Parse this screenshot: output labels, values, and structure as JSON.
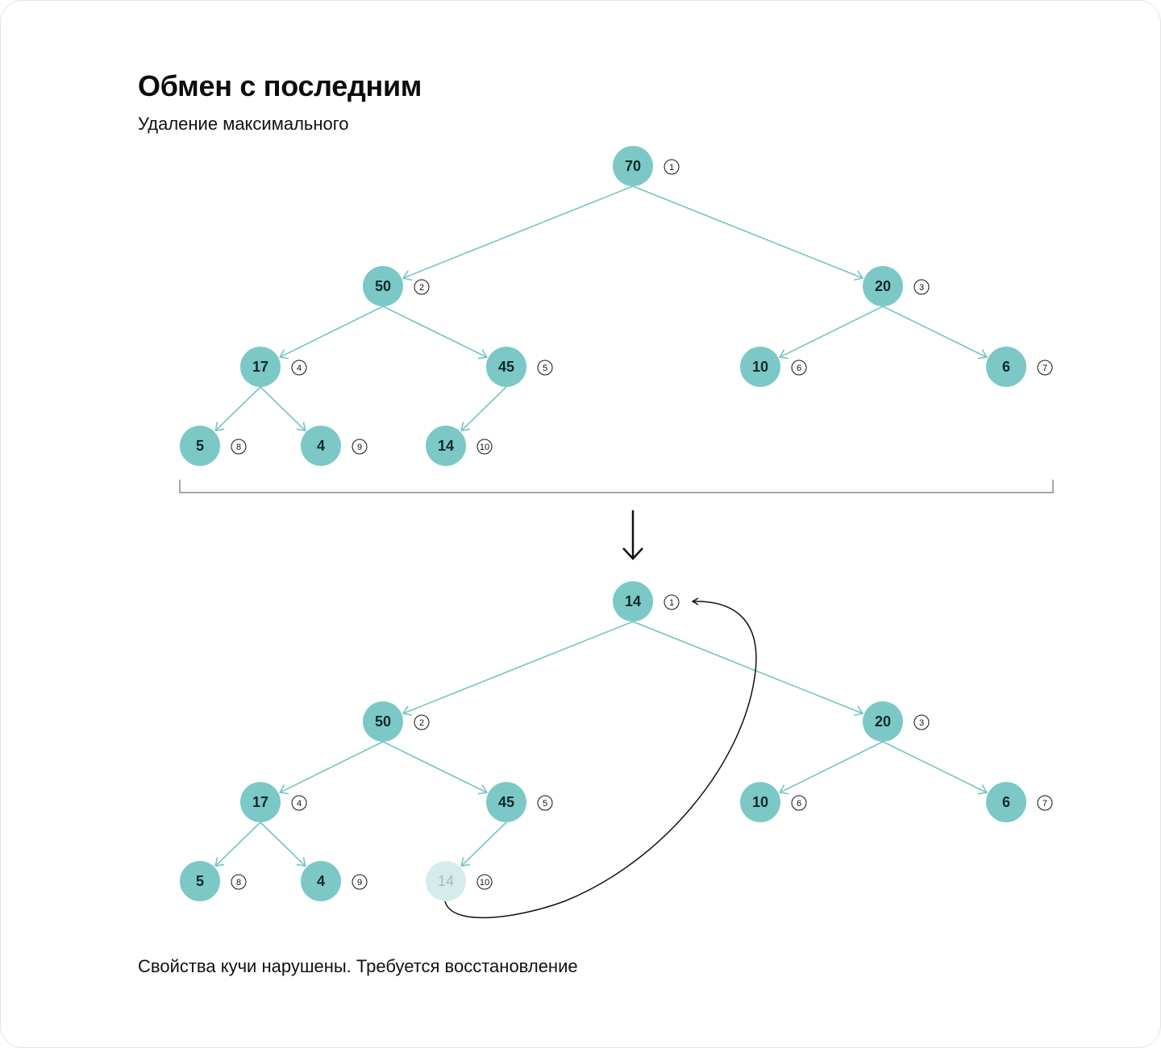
{
  "title": "Обмен с последним",
  "subtitle": "Удаление максимального",
  "footnote": "Свойства кучи нарушены. Требуется восстановление",
  "colors": {
    "node": "#7cc8c6",
    "node_faded": "#d6ecec",
    "edge": "#74c4c2",
    "bracket": "#8a8a8a",
    "arrow": "#111111"
  },
  "trees": [
    {
      "name": "before",
      "nodes": [
        {
          "value": "70",
          "index": "1"
        },
        {
          "value": "50",
          "index": "2"
        },
        {
          "value": "20",
          "index": "3"
        },
        {
          "value": "17",
          "index": "4"
        },
        {
          "value": "45",
          "index": "5"
        },
        {
          "value": "10",
          "index": "6"
        },
        {
          "value": "6",
          "index": "7"
        },
        {
          "value": "5",
          "index": "8"
        },
        {
          "value": "4",
          "index": "9"
        },
        {
          "value": "14",
          "index": "10"
        }
      ]
    },
    {
      "name": "after",
      "nodes": [
        {
          "value": "14",
          "index": "1"
        },
        {
          "value": "50",
          "index": "2"
        },
        {
          "value": "20",
          "index": "3"
        },
        {
          "value": "17",
          "index": "4"
        },
        {
          "value": "45",
          "index": "5"
        },
        {
          "value": "10",
          "index": "6"
        },
        {
          "value": "6",
          "index": "7"
        },
        {
          "value": "5",
          "index": "8"
        },
        {
          "value": "4",
          "index": "9"
        },
        {
          "value": "14",
          "index": "10",
          "faded": true
        }
      ]
    }
  ]
}
